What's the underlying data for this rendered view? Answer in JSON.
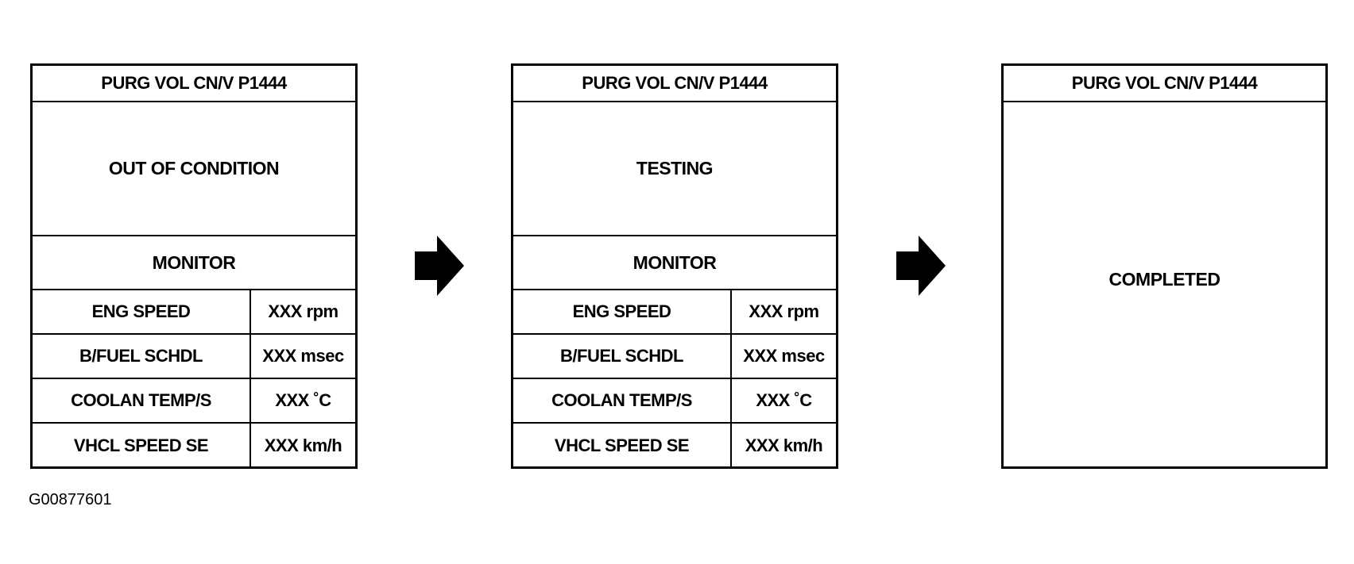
{
  "screens": [
    {
      "title": "PURG VOL CN/V P1444",
      "status": "OUT OF CONDITION",
      "monitor_label": "MONITOR",
      "rows": [
        {
          "name": "ENG SPEED",
          "value": "XXX rpm"
        },
        {
          "name": "B/FUEL SCHDL",
          "value": "XXX msec"
        },
        {
          "name": "COOLAN TEMP/S",
          "value": "XXX ˚C"
        },
        {
          "name": "VHCL SPEED SE",
          "value": "XXX km/h"
        }
      ]
    },
    {
      "title": "PURG VOL CN/V P1444",
      "status": "TESTING",
      "monitor_label": "MONITOR",
      "rows": [
        {
          "name": "ENG SPEED",
          "value": "XXX rpm"
        },
        {
          "name": "B/FUEL SCHDL",
          "value": "XXX msec"
        },
        {
          "name": "COOLAN TEMP/S",
          "value": "XXX ˚C"
        },
        {
          "name": "VHCL SPEED SE",
          "value": "XXX km/h"
        }
      ]
    },
    {
      "title": "PURG VOL CN/V P1444",
      "status": "COMPLETED"
    }
  ],
  "figure_id": "G00877601"
}
